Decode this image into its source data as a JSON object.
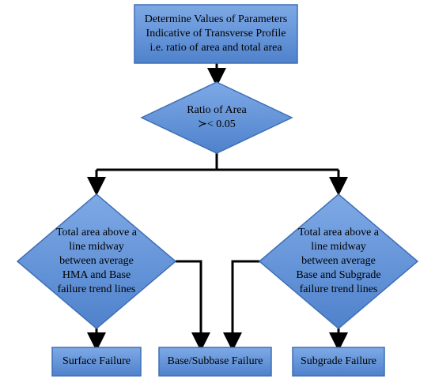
{
  "colors": {
    "box_fill": "#5b8ed6",
    "box_fill_light": "#7ea9e6",
    "box_stroke": "#3f6fb5",
    "connector": "#000000"
  },
  "nodes": {
    "start": {
      "lines": [
        "Determine Values of Parameters",
        "Indicative of Transverse Profile",
        "i.e. ratio of area and total area"
      ]
    },
    "decision_ratio": {
      "lines": [
        "Ratio of Area",
        "≻< 0.05"
      ]
    },
    "decision_left": {
      "lines": [
        "Total area above a",
        "line midway",
        "between average",
        "HMA and Base",
        "failure trend lines"
      ]
    },
    "decision_right": {
      "lines": [
        "Total area above a",
        "line midway",
        "between average",
        "Base and Subgrade",
        "failure trend lines"
      ]
    },
    "out_surface": {
      "label": "Surface Failure"
    },
    "out_base": {
      "label": "Base/Subbase Failure"
    },
    "out_subgrade": {
      "label": "Subgrade Failure"
    }
  }
}
